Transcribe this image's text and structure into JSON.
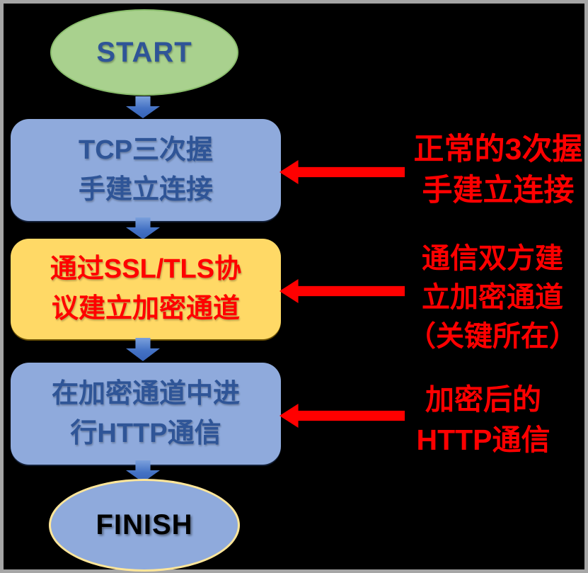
{
  "canvas": {
    "background": "#000000",
    "frame_border_color": "#A6A6A6"
  },
  "flow": {
    "start": {
      "label": "START",
      "fill": "#A9D18E",
      "border": "#8ABD6C",
      "text_color": "#2F5597"
    },
    "steps": [
      {
        "id": "tcp-handshake",
        "lines": [
          "TCP三次握",
          "手建立连接"
        ],
        "fill": "#8FAADC",
        "text_color": "#2F5597"
      },
      {
        "id": "ssl-tls-channel",
        "lines": [
          "通过SSL/TLS协",
          "议建立加密通道"
        ],
        "fill": "#FFD966",
        "text_color": "#FF0000"
      },
      {
        "id": "http-in-channel",
        "lines": [
          "在加密通道中进",
          "行HTTP通信"
        ],
        "fill": "#8FAADC",
        "text_color": "#2F5597"
      }
    ],
    "finish": {
      "label": "FINISH",
      "fill": "#8FAADC",
      "border": "#FFE699",
      "text_color": "#000000"
    },
    "connector_color": "#4472C4"
  },
  "annotations": {
    "color": "#FF0000",
    "items": [
      {
        "target": "tcp-handshake",
        "lines": [
          "正常的3次握",
          "手建立连接"
        ]
      },
      {
        "target": "ssl-tls-channel",
        "lines": [
          "通信双方建",
          "立加密通道",
          "（关键所在）"
        ]
      },
      {
        "target": "http-in-channel",
        "lines": [
          "加密后的",
          "HTTP通信"
        ]
      }
    ]
  }
}
